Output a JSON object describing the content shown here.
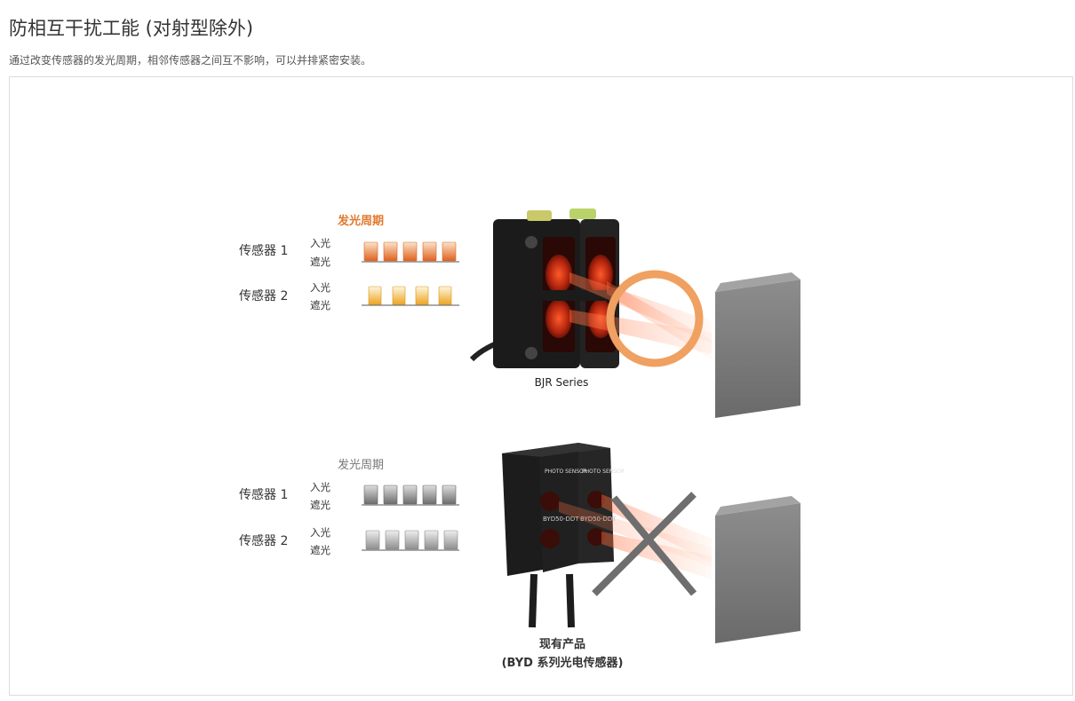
{
  "header": {
    "title": "防相互干扰工能 (对射型除外)",
    "subtitle": "通过改变传感器的发光周期，相邻传感器之间互不影响，可以并排紧密安装。"
  },
  "top_diagram": {
    "cycle_label": "发光周期",
    "cycle_label_color": "#e07a2e",
    "sensor1": {
      "label": "传感器 1",
      "on_label": "入光",
      "off_label": "遮光",
      "pulse_count": 5
    },
    "sensor2": {
      "label": "传感器 2",
      "on_label": "入光",
      "off_label": "遮光",
      "pulse_count": 4
    },
    "product_caption": "BJR Series",
    "no_interference_ring_color": "#f0a060"
  },
  "bottom_diagram": {
    "cycle_label": "发光周期",
    "sensor1": {
      "label": "传感器 1",
      "on_label": "入光",
      "off_label": "遮光",
      "pulse_count": 5
    },
    "sensor2": {
      "label": "传感器 2",
      "on_label": "入光",
      "off_label": "遮光",
      "pulse_count": 5
    },
    "product_caption_line1": "现有产品",
    "product_caption_line2": "(BYD 系列光电传感器)",
    "sensor_face_text": "PHOTO SENSOR",
    "sensor_model_text": "BYD50-DDT",
    "interference_mark_color": "#6e6e6e"
  }
}
